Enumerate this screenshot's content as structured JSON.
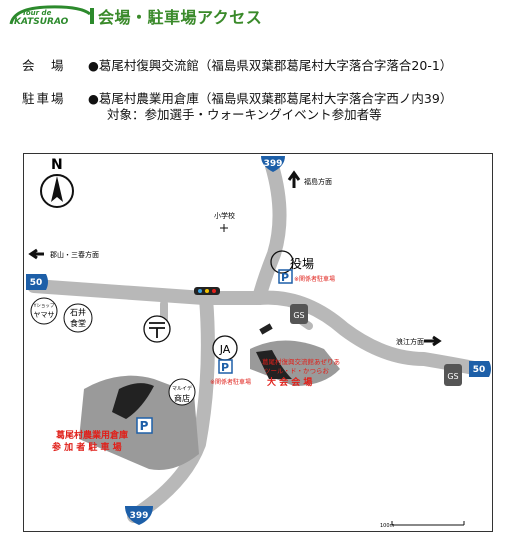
{
  "header": {
    "logo_top": "Tour de",
    "logo_bottom": "KATSURAO",
    "title": "会場・駐車場アクセス"
  },
  "venue": {
    "label": "会　場",
    "text": "●葛尾村復興交流館（福島県双葉郡葛尾村大字落合字落合20-1）"
  },
  "parking": {
    "label": "駐車場",
    "text": "●葛尾村農業用倉庫（福島県双葉郡葛尾村大字落合字西ノ内39）",
    "note": "対象：参加選手・ウォーキングイベント参加者等"
  },
  "map": {
    "north": "N",
    "route_399_top": "399",
    "route_399_bottom": "399",
    "route_50_left": "50",
    "route_50_right": "50",
    "to_fukushima": "福島方面",
    "to_koriyama": "郡山・三春方面",
    "to_namie": "浪江方面",
    "school": "小学校",
    "village_office": "役場",
    "official_parking_top": "※関係者駐車場",
    "official_parking_ja": "※関係者駐車場",
    "ja": "JA",
    "gs": "GS",
    "shop_yamasa_small": "Yショップ",
    "shop_yamasa": "ヤマサ",
    "ishii_1": "石井",
    "ishii_2": "食堂",
    "marui_1": "マルイデ",
    "marui_2": "商店",
    "venue_name_1": "葛尾村復興交流館あぜりあ",
    "venue_name_2": "ツール・ド・かつらお",
    "venue_name_3": "大 会 会 場",
    "parking_name_1": "葛尾村農業用倉庫",
    "parking_name_2": "参 加 者 駐 車 場",
    "parking_sign": "P",
    "scale": "100m",
    "colors": {
      "route_blue": "#1d5fa8",
      "road_gray": "#b8b8b8",
      "area_gray": "#9a9a9a",
      "red_text": "#e0201a",
      "dark_building": "#222222"
    }
  }
}
